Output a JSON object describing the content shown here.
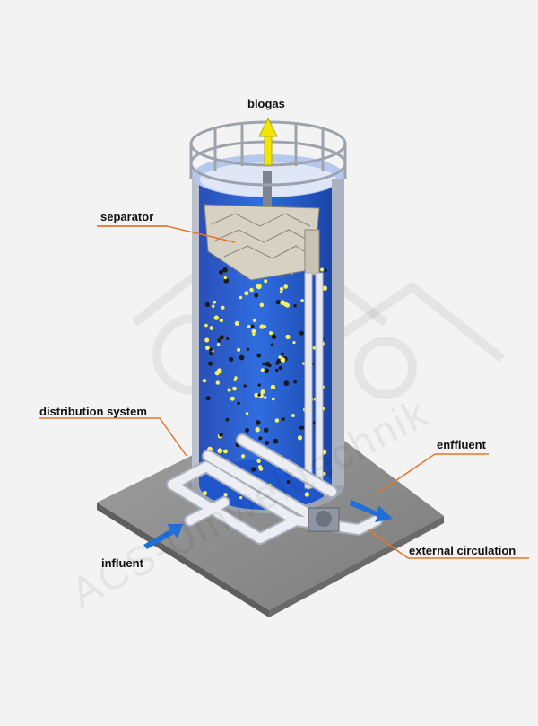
{
  "labels": {
    "biogas": "biogas",
    "separator": "separator",
    "distribution_system": "distribution system",
    "enffluent": "enffluent",
    "influent": "influent",
    "external_circulation": "external circulation"
  },
  "watermark": "ACS-Umwelttechnik",
  "colors": {
    "background": "#f3f3f3",
    "tank_water": "#1f5bd6",
    "callout_line": "#e8742a",
    "flow_arrow": "#1f6fd8",
    "biogas_arrow": "#f2e600",
    "pipe": "#e6e8ee",
    "base_plate": "#8c8c8c"
  }
}
